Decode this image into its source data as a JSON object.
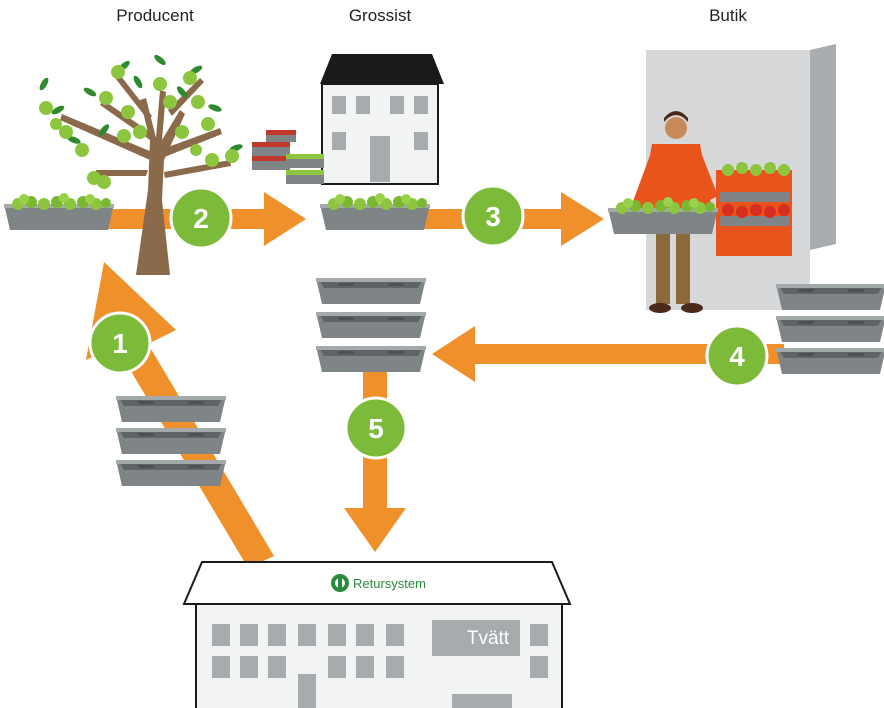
{
  "stages": {
    "producer": "Producent",
    "wholesaler": "Grossist",
    "shop": "Butik"
  },
  "steps": [
    "1",
    "2",
    "3",
    "4",
    "5"
  ],
  "laundry": {
    "brand": "Retursystem",
    "wash_sign": "Tvätt"
  },
  "colors": {
    "arrow": "#f0902a",
    "badge": "#7cba3a",
    "crate": "#7f8487",
    "apple": "#8cc63f",
    "shirt": "#e8541b"
  }
}
